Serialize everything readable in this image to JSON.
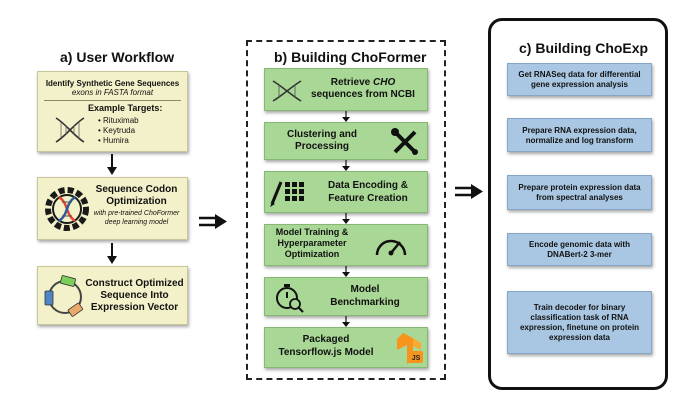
{
  "section_a": {
    "title": "a) User Workflow",
    "box1": {
      "heading": "Identify Synthetic Gene Sequences",
      "subheading": "exons in FASTA format",
      "targets_label": "Example Targets:",
      "targets": [
        "Rituximab",
        "Keytruda",
        "Humira"
      ]
    },
    "box2": {
      "title_line1": "Sequence Codon",
      "title_line2": "Optimization",
      "sub_line1": "with pre-trained ChoFormer",
      "sub_line2": "deep learning model"
    },
    "box3": {
      "line1": "Construct Optimized",
      "line2": "Sequence Into",
      "line3": "Expression Vector"
    }
  },
  "section_b": {
    "title": "b) Building ChoFormer",
    "steps": [
      {
        "line1_pre": "Retrieve ",
        "line1_em": "CHO",
        "line2": "sequences from NCBI"
      },
      {
        "line1": "Clustering and",
        "line2": "Processing"
      },
      {
        "line1": "Data Encoding &",
        "line2": "Feature Creation"
      },
      {
        "line1": "Model Training &",
        "line2": "Hyperparameter",
        "line3": "Optimization"
      },
      {
        "line1": "Model",
        "line2": "Benchmarking"
      },
      {
        "line1": "Packaged",
        "line2": "Tensorflow.js Model"
      }
    ],
    "tf_js_label": "JS"
  },
  "section_c": {
    "title": "c) Building ChoExp",
    "steps": [
      {
        "line1": "Get RNASeq data for differential",
        "line2": "gene expression analysis"
      },
      {
        "line1": "Prepare RNA expression data,",
        "line2": "normalize and log transform"
      },
      {
        "line1": "Prepare protein expression data",
        "line2": "from spectral analyses"
      },
      {
        "line1": "Encode genomic data with",
        "line2": "DNABert-2 3-mer"
      },
      {
        "line1": "Train decoder for binary",
        "line2": "classification task of RNA",
        "line3": "expression, finetune on protein",
        "line4": "expression data"
      }
    ]
  },
  "colors": {
    "yellow_box": "#f3f1c9",
    "green_box": "#a9d795",
    "blue_box": "#a9c7e2",
    "tf_orange": "#f7941d"
  }
}
